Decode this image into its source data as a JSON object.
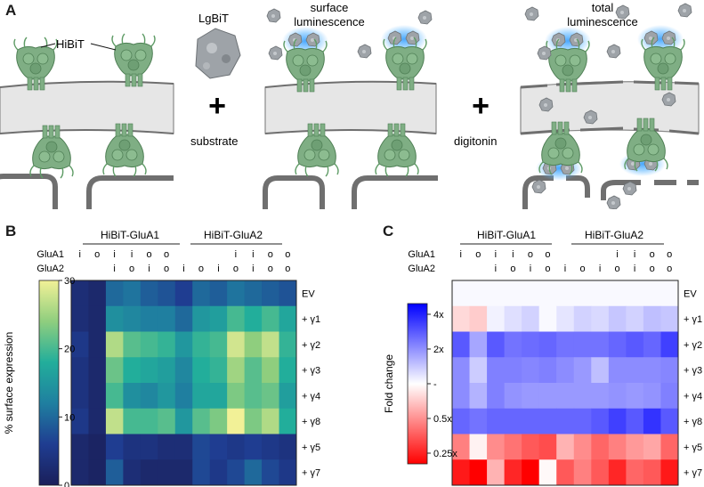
{
  "panel_a": {
    "letter": "A",
    "hibit_label": "HiBiT",
    "lgbit_label": "LgBiT",
    "plus_symbol": "+",
    "substrate_label": "substrate",
    "surface_label": [
      "surface",
      "luminescence"
    ],
    "digitonin_label": "digitonin",
    "total_label": [
      "total",
      "luminescence"
    ],
    "colors": {
      "protein": "#7fae84",
      "lgbit": "#9ea3a8",
      "glow": "#3fa3ff",
      "membrane": "#e6e6e6"
    }
  },
  "panel_b": {
    "letter": "B",
    "group_labels": [
      "HiBiT-GluA1",
      "HiBiT-GluA2"
    ],
    "row_labels_header": [
      "GluA1",
      "GluA2"
    ],
    "glua1_codes": [
      "i",
      "o",
      "i",
      "i",
      "o",
      "o",
      "",
      "",
      "",
      "i",
      "i",
      "o",
      "o"
    ],
    "glua2_codes": [
      "",
      "",
      "i",
      "o",
      "i",
      "o",
      "i",
      "o",
      "i",
      "o",
      "i",
      "o",
      "o"
    ],
    "row_labels": [
      "EV",
      "+ γ1",
      "+ γ2",
      "+ γ3",
      "+ γ4",
      "+ γ8",
      "+ γ5",
      "+ γ7"
    ],
    "colorbar": {
      "title": "% surface expression",
      "ticks": [
        "30",
        "20",
        "10",
        "0"
      ],
      "min": 0,
      "max": 30
    },
    "chart_data": {
      "type": "heatmap",
      "columns": 13,
      "rows": [
        "EV",
        "+ γ1",
        "+ γ2",
        "+ γ3",
        "+ γ4",
        "+ γ8",
        "+ γ5",
        "+ γ7"
      ],
      "values": [
        [
          3,
          2,
          10,
          11,
          9,
          8,
          6,
          10,
          9,
          11,
          10,
          9,
          8
        ],
        [
          3,
          2,
          14,
          13,
          12,
          12,
          10,
          15,
          16,
          20,
          18,
          20,
          17
        ],
        [
          5,
          2,
          26,
          21,
          20,
          19,
          15,
          19,
          20,
          28,
          24,
          27,
          19
        ],
        [
          4,
          2,
          22,
          18,
          17,
          16,
          13,
          18,
          19,
          25,
          21,
          24,
          18
        ],
        [
          4,
          2,
          20,
          14,
          13,
          15,
          12,
          17,
          17,
          23,
          21,
          22,
          16
        ],
        [
          5,
          2,
          27,
          20,
          20,
          21,
          15,
          21,
          23,
          30,
          23,
          26,
          18
        ],
        [
          2,
          1,
          6,
          4,
          4,
          3,
          3,
          7,
          6,
          5,
          6,
          5,
          4
        ],
        [
          2,
          1,
          9,
          3,
          2,
          2,
          2,
          7,
          5,
          7,
          10,
          7,
          5
        ]
      ],
      "zlim": [
        0,
        30
      ]
    }
  },
  "panel_c": {
    "letter": "C",
    "group_labels": [
      "HiBiT-GluA1",
      "HiBiT-GluA2"
    ],
    "row_labels_header": [
      "GluA1",
      "GluA2"
    ],
    "glua1_codes": [
      "i",
      "o",
      "i",
      "i",
      "o",
      "o",
      "",
      "",
      "",
      "i",
      "i",
      "o",
      "o"
    ],
    "glua2_codes": [
      "",
      "",
      "i",
      "o",
      "i",
      "o",
      "i",
      "o",
      "i",
      "o",
      "i",
      "o",
      "o"
    ],
    "row_labels": [
      "EV",
      "+ γ1",
      "+ γ2",
      "+ γ3",
      "+ γ4",
      "+ γ8",
      "+ γ5",
      "+ γ7"
    ],
    "colorbar": {
      "title": "Fold change",
      "ticks": [
        "4x",
        "2x",
        "-",
        "0.5x",
        "0.25x"
      ]
    },
    "chart_data": {
      "type": "heatmap",
      "columns": 13,
      "rows": [
        "EV",
        "+ γ1",
        "+ γ2",
        "+ γ3",
        "+ γ4",
        "+ γ8",
        "+ γ5",
        "+ γ7"
      ],
      "log2_fold_change": [
        [
          0.05,
          0.05,
          0.05,
          0.05,
          0.05,
          0.05,
          0.05,
          0.05,
          0.05,
          0.05,
          0.05,
          0.05,
          0.05
        ],
        [
          -0.3,
          -0.4,
          0.1,
          0.25,
          0.35,
          0.05,
          0.2,
          0.35,
          0.3,
          0.45,
          0.35,
          0.5,
          0.45
        ],
        [
          1.3,
          0.7,
          1.3,
          1.1,
          1.15,
          1.2,
          1.1,
          1.1,
          1.1,
          1.2,
          1.3,
          1.2,
          1.5
        ],
        [
          0.9,
          0.4,
          1.0,
          1.0,
          0.95,
          1.0,
          0.9,
          0.8,
          0.5,
          0.9,
          0.9,
          0.9,
          0.95
        ],
        [
          0.9,
          0.6,
          1.0,
          0.85,
          0.8,
          0.8,
          0.8,
          0.8,
          0.8,
          0.85,
          0.8,
          0.85,
          1.0
        ],
        [
          1.2,
          1.1,
          1.2,
          1.2,
          1.2,
          1.2,
          1.2,
          1.2,
          1.3,
          1.5,
          1.3,
          1.6,
          1.3
        ],
        [
          -1.0,
          -0.1,
          -0.9,
          -1.1,
          -1.3,
          -1.4,
          -0.6,
          -0.9,
          -1.2,
          -1.0,
          -0.8,
          -0.7,
          -1.2
        ],
        [
          -1.8,
          -2.0,
          -0.6,
          -1.7,
          -2.0,
          -0.05,
          -1.3,
          -1.0,
          -1.3,
          -1.7,
          -1.2,
          -1.3,
          -1.8
        ]
      ],
      "zlim": [
        -2,
        2
      ]
    }
  }
}
